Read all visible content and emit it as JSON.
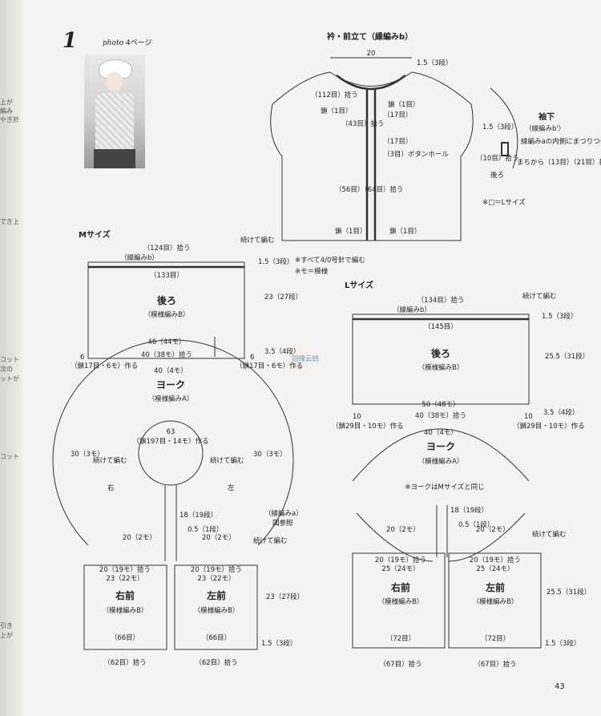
{
  "page": {
    "pattern_number": "1",
    "photo_ref_word": "photo",
    "photo_ref_page": "4ページ",
    "page_number": "43",
    "edge_fragments": [
      "上が",
      "編み",
      "やぎ於",
      "でき上",
      "コット",
      "次の",
      "ットが",
      "コット",
      "引き",
      "上が"
    ]
  },
  "collar_section": {
    "title": "衿・前立て（縁編みb）",
    "width": "20",
    "top_rows": "1.5（3段）",
    "left_pick": "（112目）拾う",
    "left_chain": "鎖（1目）",
    "right_chain": "鎖（1目）",
    "right_17": "（17目）",
    "side_pick_43": "（43目）拾う",
    "right_17b": "（17目）",
    "buttonhole": "（3目）ボタンホール",
    "front_pick": "（56目）（64目）拾う",
    "bottom_chain_left": "鎖（1目）",
    "bottom_chain_right": "鎖（1目）"
  },
  "sleeve_section": {
    "title": "袖下",
    "subtitle": "（縁編みb'）",
    "rows": "1.5（3段）",
    "note1": "縁編みaの内側にまつりつける",
    "note2": "まちから（13目）（21目）拾う",
    "pick10": "（10目）拾う",
    "back_label": "後ろ",
    "legend": "※□＝Lサイズ"
  },
  "m_size": {
    "heading": "Mサイズ",
    "back_pick": "（124目）拾う",
    "continue1": "続けて編む",
    "edging_b": "（縁編みb）",
    "rows_top": "1.5（3段）",
    "notes": [
      "※すべて4/0号針で編む",
      "※モ＝模様"
    ],
    "back_stitches": "（133目）",
    "back_label": "後ろ",
    "back_pattern": "（模様編みB）",
    "back_height": "23（27段）",
    "back_width_mo": "46（44モ）",
    "back_bottom_pick": "40（38モ）拾う",
    "side_left_6": "6",
    "side_left_note": "（鎖17目・6モ）作る",
    "side_right_6": "6",
    "side_right_note": "（鎖17目・6モ）作る",
    "gap_rows": "3.5（4段）",
    "yoke_top": "40（4モ）",
    "yoke_label": "ヨーク",
    "yoke_pattern": "（模様編みA）",
    "neck_63": "63",
    "neck_note": "（鎖197目・14モ）作る",
    "side_30_left": "30（3モ）",
    "side_30_right": "30（3モ）",
    "continue_left": "続けて編む",
    "continue_right": "続けて編む",
    "right_word": "右",
    "left_word": "左",
    "edging_a": "（縁編みa）",
    "edging_a_ref": "図参照",
    "front_rows": "18（19段）",
    "tiny_rows": "0.5（1段）",
    "continue3": "続けて編む",
    "yoke_bottom_left": "20（2モ）",
    "yoke_bottom_right": "20（2モ）",
    "front_pick_l": "20（19モ）拾う",
    "front_pick_r": "20（19モ）拾う",
    "front_width_l": "23（22モ）",
    "front_width_r": "23（22モ）",
    "right_front": "右前",
    "left_front": "左前",
    "front_pattern_l": "（模様編みB）",
    "front_pattern_r": "（模様編みB）",
    "front_height": "23（27段）",
    "front_stitch_l": "（66目）",
    "front_stitch_r": "（66目）",
    "front_bottom_rows": "1.5（3段）",
    "bottom_pick_l": "（62目）拾う",
    "bottom_pick_r": "（62目）拾う"
  },
  "l_size": {
    "heading": "Lサイズ",
    "back_pick": "（134目）拾う",
    "continue1": "続けて編む",
    "edging_b": "（縁編みb）",
    "rows_top": "1.5（3段）",
    "back_stitches": "（145目）",
    "back_label": "後ろ",
    "back_pattern": "（模様編みB）",
    "back_height": "25.5（31段）",
    "back_width_mo": "50（48モ）",
    "back_bottom_pick": "40（38モ）拾う",
    "side_left_10": "10",
    "side_left_note": "（鎖29目・10モ）作る",
    "side_right_10": "10",
    "side_right_note": "（鎖29目・10モ）作る",
    "gap_rows": "3.5（4段）",
    "yoke_top": "40（4モ）",
    "yoke_label": "ヨーク",
    "yoke_pattern": "（模様編みA）",
    "yoke_note": "※ヨークはMサイズと同じ",
    "front_rows": "18（19段）",
    "tiny_rows": "0.5（1段）",
    "continue2": "続けて編む",
    "yoke_bottom_left": "20（2モ）",
    "yoke_bottom_right": "20（2モ）",
    "front_pick_l": "20（19モ）拾う",
    "front_pick_r": "20（19モ）拾う",
    "front_width_l": "25（24モ）",
    "front_width_r": "25（24モ）",
    "right_front": "右前",
    "left_front": "左前",
    "front_pattern_l": "（模様編みB）",
    "front_pattern_r": "（模様編みB）",
    "front_height": "25.5（31段）",
    "front_stitch_l": "（72目）",
    "front_stitch_r": "（72目）",
    "front_bottom_rows": "1.5（3段）",
    "bottom_pick_l": "（67目）拾う",
    "bottom_pick_r": "（67目）拾う"
  },
  "watermark": "回缘云纺"
}
